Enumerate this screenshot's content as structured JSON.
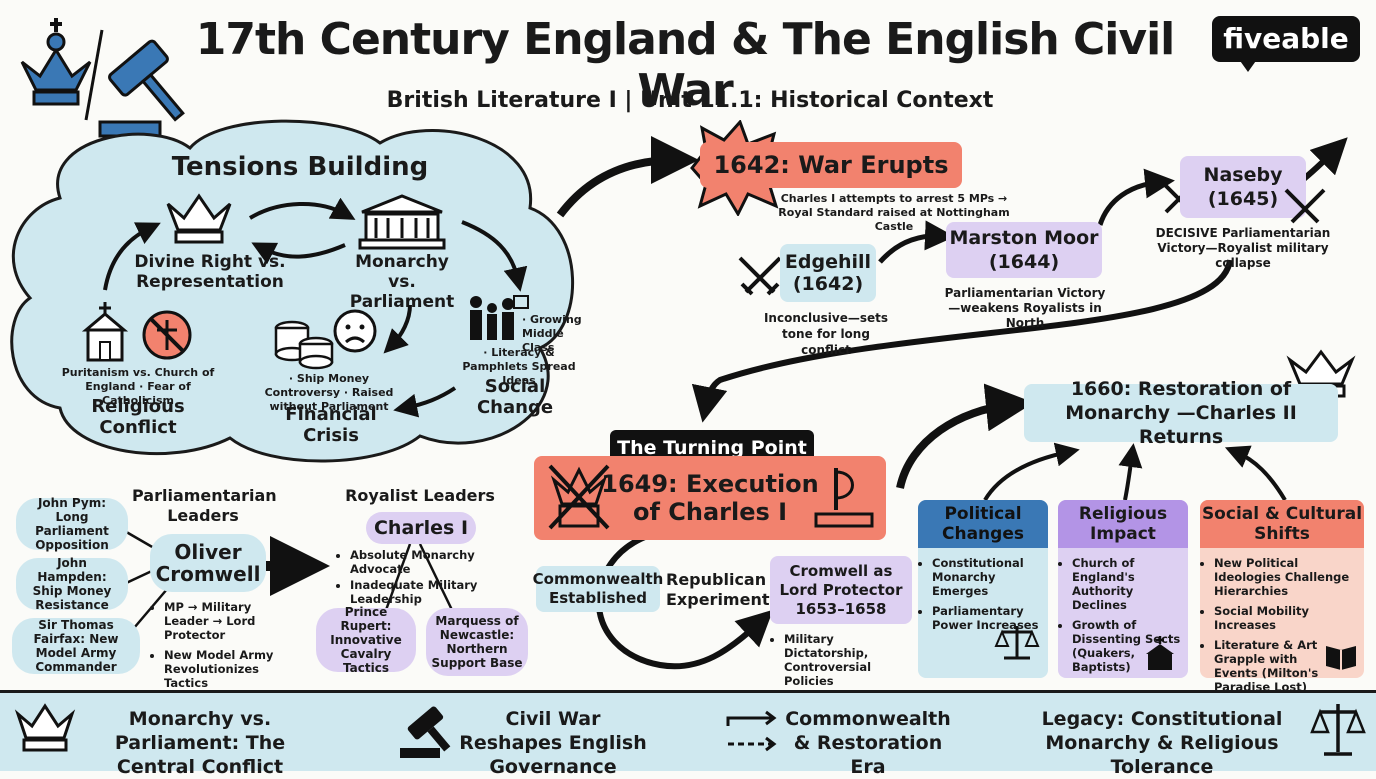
{
  "header": {
    "title": "17th Century England & The English Civil War",
    "subtitle": "British Literature I | Unit 11.1: Historical Context",
    "logo_text": "fiveable"
  },
  "tensions": {
    "heading": "Tensions Building",
    "divine_right": "Divine Right vs. Representation",
    "monarchy_parliament": "Monarchy vs. Parliament",
    "religious_bullets": "Puritanism vs. Church of England · Fear of Catholicism",
    "religious_label": "Religious Conflict",
    "financial_bullets": "· Ship Money Controversy · Raised without Parliament",
    "financial_label": "Financial Crisis",
    "social_bullet1": "· Growing Middle Class",
    "social_bullet2": "· Literacy & Pamphlets Spread Ideas",
    "social_label": "Social Change"
  },
  "war": {
    "erupts_title": "1642: War Erupts",
    "erupts_desc": "Charles I attempts to arrest 5 MPs → Royal Standard raised at Nottingham Castle",
    "edgehill_title": "Edgehill (1642)",
    "edgehill_desc": "Inconclusive—sets tone for long conflict",
    "marston_title": "Marston Moor (1644)",
    "marston_desc": "Parliamentarian Victory—weakens Royalists in North",
    "naseby_title": "Naseby (1645)",
    "naseby_desc": "DECISIVE Parliamentarian Victory—Royalist military collapse"
  },
  "parliamentarians": {
    "heading": "Parliamentarian Leaders",
    "cromwell": "Oliver Cromwell",
    "pym": "John Pym: Long Parliament Opposition",
    "hampden": "John Hampden: Ship Money Resistance",
    "fairfax": "Sir Thomas Fairfax: New Model Army Commander",
    "bullet1": "MP → Military Leader → Lord Protector",
    "bullet2": "New Model Army Revolutionizes Tactics"
  },
  "royalists": {
    "heading": "Royalist Leaders",
    "charles": "Charles I",
    "bullet1": "Absolute Monarchy Advocate",
    "bullet2": "Inadequate Military Leadership",
    "rupert": "Prince Rupert: Innovative Cavalry Tactics",
    "newcastle": "Marquess of Newcastle: Northern Support Base"
  },
  "turning": {
    "label": "The Turning Point",
    "execution": "1649: Execution of Charles I",
    "commonwealth": "Commonwealth Established",
    "republican": "Republican Experiment",
    "protector": "Cromwell as Lord Protector 1653–1658",
    "protector_bullet": "Military Dictatorship, Controversial Policies"
  },
  "restoration": {
    "title": "1660: Restoration of Monarchy —Charles II Returns",
    "political_title": "Political Changes",
    "political_b1": "Constitutional Monarchy Emerges",
    "political_b2": "Parliamentary Power Increases",
    "religious_title": "Religious Impact",
    "religious_b1": "Church of England's Authority Declines",
    "religious_b2": "Growth of Dissenting Sects (Quakers, Baptists)",
    "social_title": "Social & Cultural Shifts",
    "social_b1": "New Political Ideologies Challenge Hierarchies",
    "social_b2": "Social Mobility Increases",
    "social_b3": "Literature & Art Grapple with Events (Milton's Paradise Lost)"
  },
  "bottom": {
    "step1": "Monarchy vs. Parliament: The Central Conflict",
    "step2": "Civil War Reshapes English Governance",
    "step3": "Commonwealth & Restoration Era",
    "step4": "Legacy: Constitutional Monarchy & Religious Tolerance"
  },
  "colors": {
    "blue": "#cfe8ef",
    "lavender": "#ddd0f2",
    "salmon": "#f2826e",
    "peach": "#f9d5c9",
    "icon_blue": "#3a78b5"
  }
}
